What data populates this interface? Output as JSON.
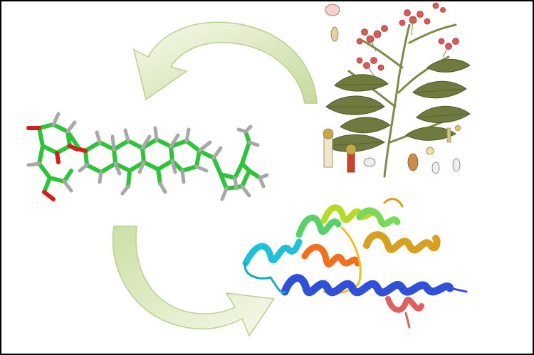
{
  "figure": {
    "panels": [
      {
        "name": "plant-illustration",
        "depicts": "clove-plant"
      },
      {
        "name": "molecule-structure",
        "depicts": "glycoside-molecule"
      },
      {
        "name": "protein-structure",
        "depicts": "helical-protein"
      }
    ],
    "cycle_arrows": [
      "plant-to-molecule-arrow",
      "molecule-to-protein-arrow"
    ],
    "colors": {
      "arrow_fill_start": "#f3f8e6",
      "arrow_fill_end": "#c9dca2",
      "arrow_stroke": "#b7cf8a",
      "leaf": "#6f7a3e",
      "leaf_dark": "#4f5a2a",
      "flower": "#d65b5b",
      "stem": "#7d8a4a",
      "carbon": "#2fc33a",
      "hydrogen": "#a8a8a8",
      "oxygen": "#d02020",
      "border": "#000000"
    }
  }
}
